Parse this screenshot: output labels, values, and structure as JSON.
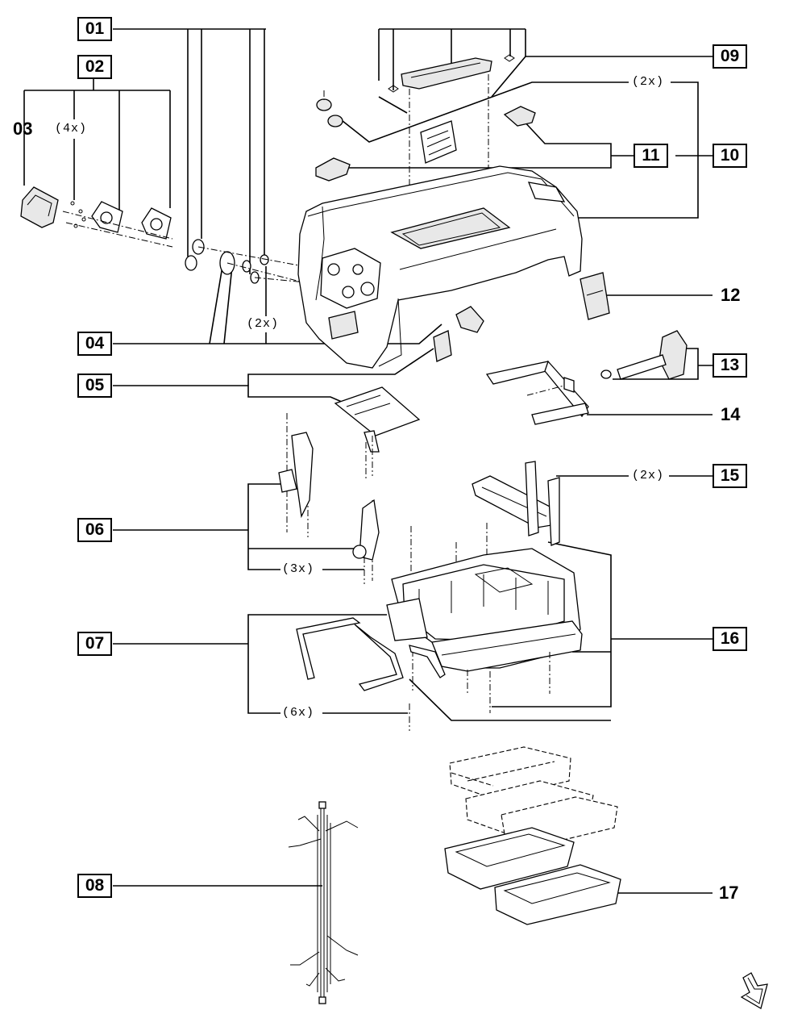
{
  "labels": {
    "p01": "01",
    "p02": "02",
    "p03": "03",
    "p04": "04",
    "p05": "05",
    "p06": "06",
    "p07": "07",
    "p08": "08",
    "p09": "09",
    "p10": "10",
    "p11": "11",
    "p12": "12",
    "p13": "13",
    "p14": "14",
    "p15": "15",
    "p16": "16",
    "p17": "17"
  },
  "quantities": {
    "screws_03": "(4x)",
    "caps_04": "(2x)",
    "feet_10": "(2x)",
    "brackets_06": "(3x)",
    "screws_07": "(6x)",
    "clips_15": "(2x)"
  },
  "icons": {
    "next_page": "next-page-arrow-icon"
  }
}
